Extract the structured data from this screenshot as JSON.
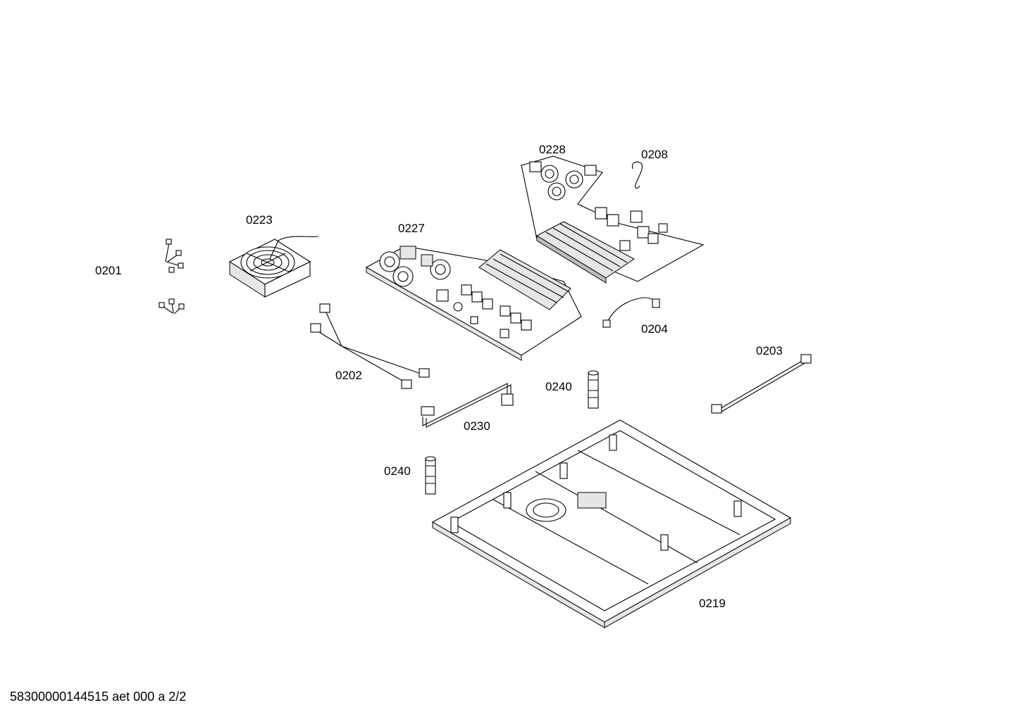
{
  "parts": [
    {
      "id": "0201",
      "name": "power-cable"
    },
    {
      "id": "0223",
      "name": "cooling-fan"
    },
    {
      "id": "0227",
      "name": "power-module-left"
    },
    {
      "id": "0228",
      "name": "power-module-right"
    },
    {
      "id": "0208",
      "name": "cable-tie"
    },
    {
      "id": "0204",
      "name": "cable-0204"
    },
    {
      "id": "0202",
      "name": "cable-set-0202"
    },
    {
      "id": "0203",
      "name": "cable-0203"
    },
    {
      "id": "0230",
      "name": "ribbon-cable-0230"
    },
    {
      "id": "0240",
      "name": "spacer-upper"
    },
    {
      "id": "0240",
      "name": "spacer-lower"
    },
    {
      "id": "0219",
      "name": "housing-bottom"
    }
  ],
  "footer": "58300000144515 aet 000 a 2/2"
}
